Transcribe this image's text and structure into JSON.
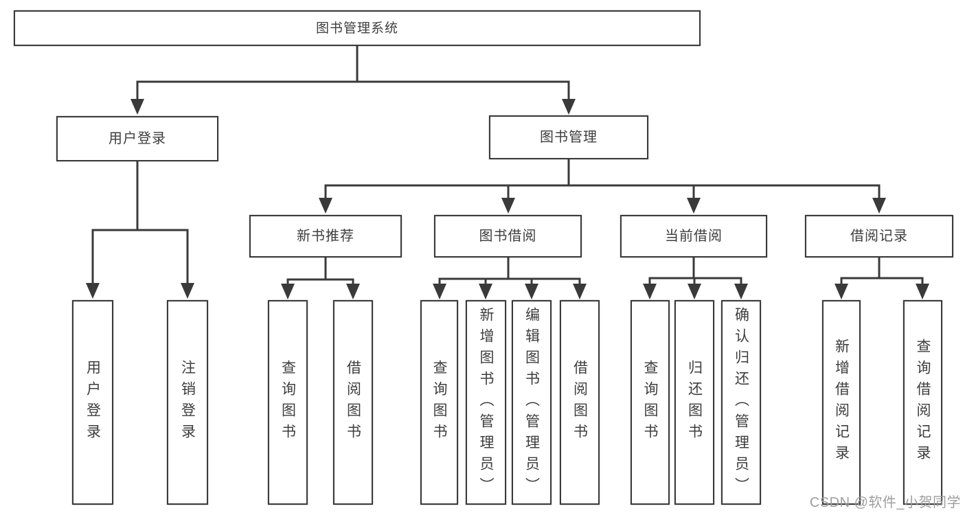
{
  "colors": {
    "line": "#3a3a3a",
    "text": "#3d3d3d",
    "watermark": "#9e9e9e",
    "bg": "#ffffff"
  },
  "watermark": {
    "text": "CSDN @软件_小贺同学"
  },
  "tree": {
    "root": {
      "label": "图书管理系统"
    },
    "groups": [
      {
        "label": "用户登录",
        "children": [
          "用户登录",
          "注销登录"
        ]
      },
      {
        "label": "图书管理",
        "subgroups": [
          {
            "label": "新书推荐",
            "children": [
              "查询图书",
              "借阅图书"
            ]
          },
          {
            "label": "图书借阅",
            "children": [
              "查询图书",
              "新增图书（管理员）",
              "编辑图书（管理员）",
              "借阅图书"
            ]
          },
          {
            "label": "当前借阅",
            "children": [
              "查询图书",
              "归还图书",
              "确认归还（管理员）"
            ]
          },
          {
            "label": "借阅记录",
            "children": [
              "新增借阅记录",
              "查询借阅记录"
            ]
          }
        ]
      }
    ]
  }
}
